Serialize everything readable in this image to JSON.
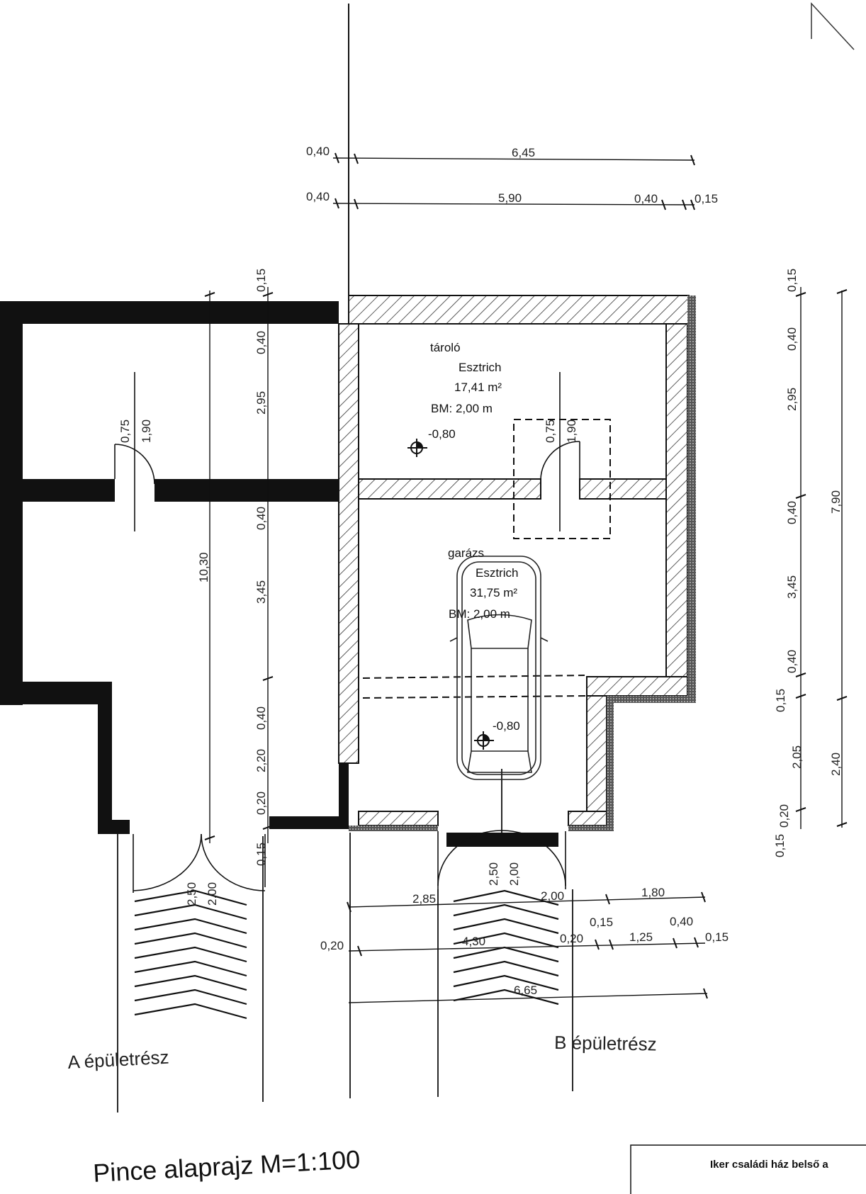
{
  "title": "Pince alaprajz M=1:100",
  "title_box": "Iker családi ház belső a",
  "rooms": {
    "storage": {
      "name": "tároló",
      "floor": "Esztrich",
      "area": "17,41 m²",
      "height": "BM: 2,00 m",
      "level": "-0,80"
    },
    "garage": {
      "name": "garázs",
      "floor": "Esztrich",
      "area": "31,75 m²",
      "height": "BM: 2,00 m",
      "level": "-0,80"
    }
  },
  "building_parts": {
    "a": "A épületrész",
    "b": "B épületrész"
  },
  "dims_top_row1": [
    "0,40",
    "6,45"
  ],
  "dims_top_row2": [
    "0,40",
    "5,90",
    "0,40",
    "0,15"
  ],
  "dims_right_inner": [
    "0,15",
    "0,40",
    "2,95",
    "0,40",
    "3,45",
    "0,40",
    "0,15",
    "2,05",
    "0,20",
    "0,15"
  ],
  "dims_right_outer": [
    "7,90",
    "2,40"
  ],
  "dims_center_vertical": [
    "0,15",
    "0,40",
    "2,95",
    "0,40",
    "3,45",
    "0,40",
    "2,20",
    "0,20",
    "0,15"
  ],
  "dims_a_total": "10,30",
  "door_a_upper": [
    "0,75",
    "1,90"
  ],
  "door_b_upper": [
    "0,75",
    "1,90"
  ],
  "door_a_lower": [
    "2,50",
    "2,00"
  ],
  "door_b_lower": [
    "2,50",
    "2,00"
  ],
  "dims_bottom_row1": [
    "2,85",
    "2,00",
    "1,80"
  ],
  "dims_bottom_row2": [
    "0,20",
    "4,30",
    "0,20",
    "0,15",
    "1,25",
    "0,40",
    "0,15"
  ],
  "dims_bottom_row3": [
    "6,65"
  ]
}
